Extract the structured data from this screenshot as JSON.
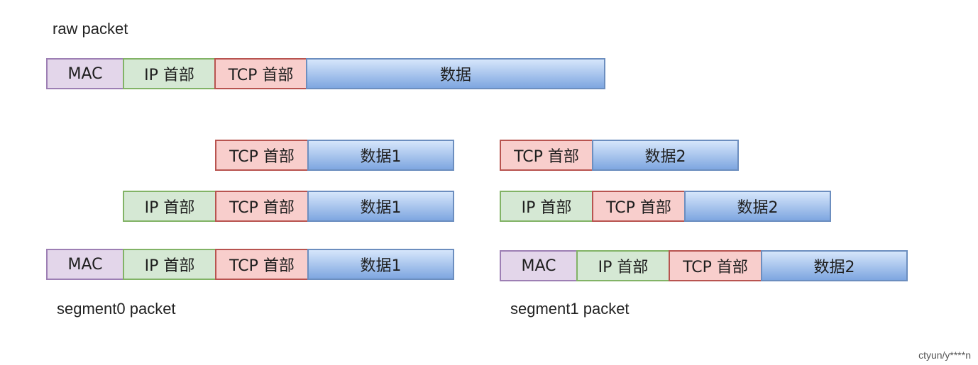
{
  "labels": {
    "raw": "raw packet",
    "segment0": "segment0 packet",
    "segment1": "segment1 packet"
  },
  "fields": {
    "mac": "MAC",
    "ip": "IP 首部",
    "tcp": "TCP 首部",
    "data": "数据",
    "data1": "数据1",
    "data2": "数据2"
  },
  "colors": {
    "mac_fill": "#e3d6ea",
    "mac_border": "#9d7fb4",
    "ip_fill": "#d5e8d4",
    "ip_border": "#82b366",
    "tcp_fill": "#f8cecc",
    "tcp_border": "#b85450",
    "data_fill_top": "#d6e6fb",
    "data_fill_bottom": "#7ea6e0",
    "data_border": "#6c8ebf"
  },
  "watermark": "ctyun/y****n"
}
